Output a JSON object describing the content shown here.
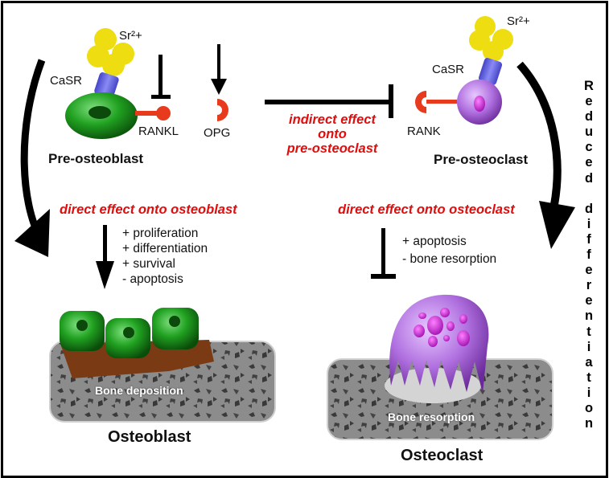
{
  "labels": {
    "sr_left": "Sr²+",
    "sr_right": "Sr²+",
    "casr_left": "CaSR",
    "casr_right": "CaSR",
    "rankl": "RANKL",
    "opg": "OPG",
    "rank": "RANK",
    "pre_osteoblast": "Pre-osteoblast",
    "pre_osteoclast": "Pre-osteoclast",
    "osteoblast": "Osteoblast",
    "osteoclast": "Osteoclast",
    "bone_deposition": "Bone deposition",
    "bone_resorption": "Bone resorption"
  },
  "effects": {
    "indirect": [
      "indirect effect",
      "onto",
      "pre-osteoclast"
    ],
    "direct_osteoblast": "direct effect onto osteoblast",
    "direct_osteoclast": "direct effect onto osteoclast"
  },
  "osteoblast_effects": [
    "+ proliferation",
    "+ differentiation",
    "+ survival",
    "- apoptosis"
  ],
  "osteoclast_effects": [
    "+ apoptosis",
    "- bone resorption"
  ],
  "side_label": "R\ne\nd\nu\nc\ne\nd\n\nd\ni\nf\nf\ne\nr\ne\nn\nt\ni\na\nt\ni\no\nn",
  "colors": {
    "osteoblast_green": "#1e9a1e",
    "osteoclast_purple": "#b070e0",
    "nucleus_magenta": "#d21fe0",
    "strontium_yellow": "#eedd10",
    "receptor_blue": "#6d6de0",
    "rank_red": "#e83a1c",
    "text_red": "#e00d0d",
    "bone_gray": "#8a8a8a",
    "osteoid_brown": "#7a3b14"
  }
}
